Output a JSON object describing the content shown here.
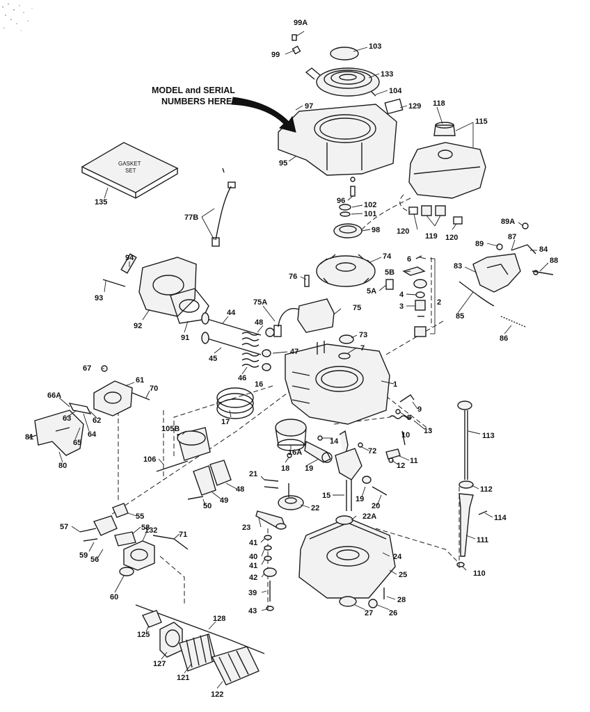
{
  "annotation": {
    "line1": "MODEL and SERIAL",
    "line2": "NUMBERS HERE"
  },
  "gasket_box": {
    "line1": "GASKET",
    "line2": "SET"
  },
  "labels": {
    "p99A": "99A",
    "p99": "99",
    "p103": "103",
    "p133": "133",
    "p104": "104",
    "p97": "97",
    "p129": "129",
    "p118": "118",
    "p115": "115",
    "p95": "95",
    "p135": "135",
    "p96": "96",
    "p102": "102",
    "p101": "101",
    "p98": "98",
    "p77B": "77B",
    "p120a": "120",
    "p119": "119",
    "p120b": "120",
    "p89A": "89A",
    "p89": "89",
    "p87": "87",
    "p84": "84",
    "p83": "83",
    "p88": "88",
    "p94": "94",
    "p74": "74",
    "p6": "6",
    "p5B": "5B",
    "p93": "93",
    "p76": "76",
    "p5A": "5A",
    "p4": "4",
    "p3": "3",
    "p2": "2",
    "p92": "92",
    "p91": "91",
    "p75A": "75A",
    "p75": "75",
    "p44": "44",
    "p48": "48",
    "p85": "85",
    "p86": "86",
    "p73": "73",
    "p7": "7",
    "p47": "47",
    "p45": "45",
    "p46": "46",
    "p16": "16",
    "p67": "67",
    "p61": "61",
    "p70": "70",
    "p1": "1",
    "p66A": "66A",
    "p9": "9",
    "p63": "63",
    "p62": "62",
    "p17": "17",
    "p8": "8",
    "p13": "13",
    "p64": "64",
    "p65": "65",
    "p81": "81",
    "p105B": "105B",
    "p10": "10",
    "p113": "113",
    "p14": "14",
    "p72": "72",
    "p16A": "16A",
    "p11": "11",
    "p80": "80",
    "p106": "106",
    "p12": "12",
    "p18": "18",
    "p19a": "19",
    "p21": "21",
    "p48b": "48",
    "p112": "112",
    "p49": "49",
    "p15": "15",
    "p19b": "19",
    "p20": "20",
    "p50": "50",
    "p22": "22",
    "p55": "55",
    "p22A": "22A",
    "p114": "114",
    "p57": "57",
    "p58": "58",
    "p132": "132",
    "p23": "23",
    "p71": "71",
    "p111": "111",
    "p59": "59",
    "p56": "56",
    "p41a": "41",
    "p40": "40",
    "p24": "24",
    "p41b": "41",
    "p110": "110",
    "p42": "42",
    "p25": "25",
    "p60": "60",
    "p39": "39",
    "p28": "28",
    "p43": "43",
    "p27": "27",
    "p26": "26",
    "p128": "128",
    "p125": "125",
    "p127": "127",
    "p121": "121",
    "p122": "122"
  }
}
